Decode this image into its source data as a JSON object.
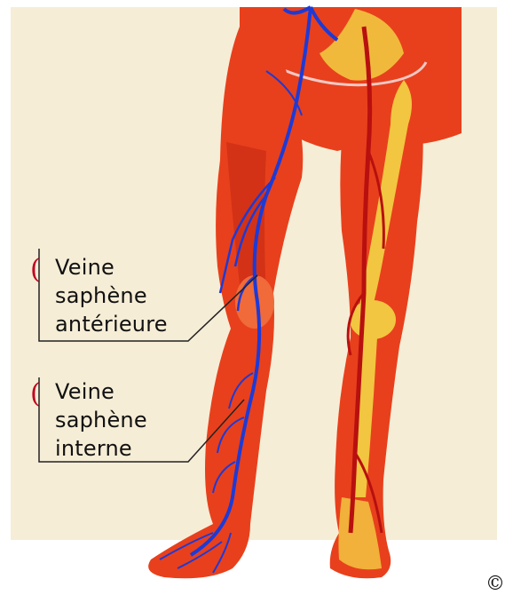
{
  "labels": [
    {
      "lines": [
        "Veine",
        "saphène",
        "antérieure"
      ]
    },
    {
      "lines": [
        "Veine",
        "saphène",
        "interne"
      ]
    }
  ],
  "copyright": "©",
  "colors": {
    "background": "#f6edd6",
    "muscle": "#e8401c",
    "muscle_dark": "#c42a12",
    "bone": "#f2c640",
    "vein": "#1d3ad6",
    "artery": "#b8100f",
    "leader_line": "#222222",
    "crescent": "#c0001e"
  }
}
